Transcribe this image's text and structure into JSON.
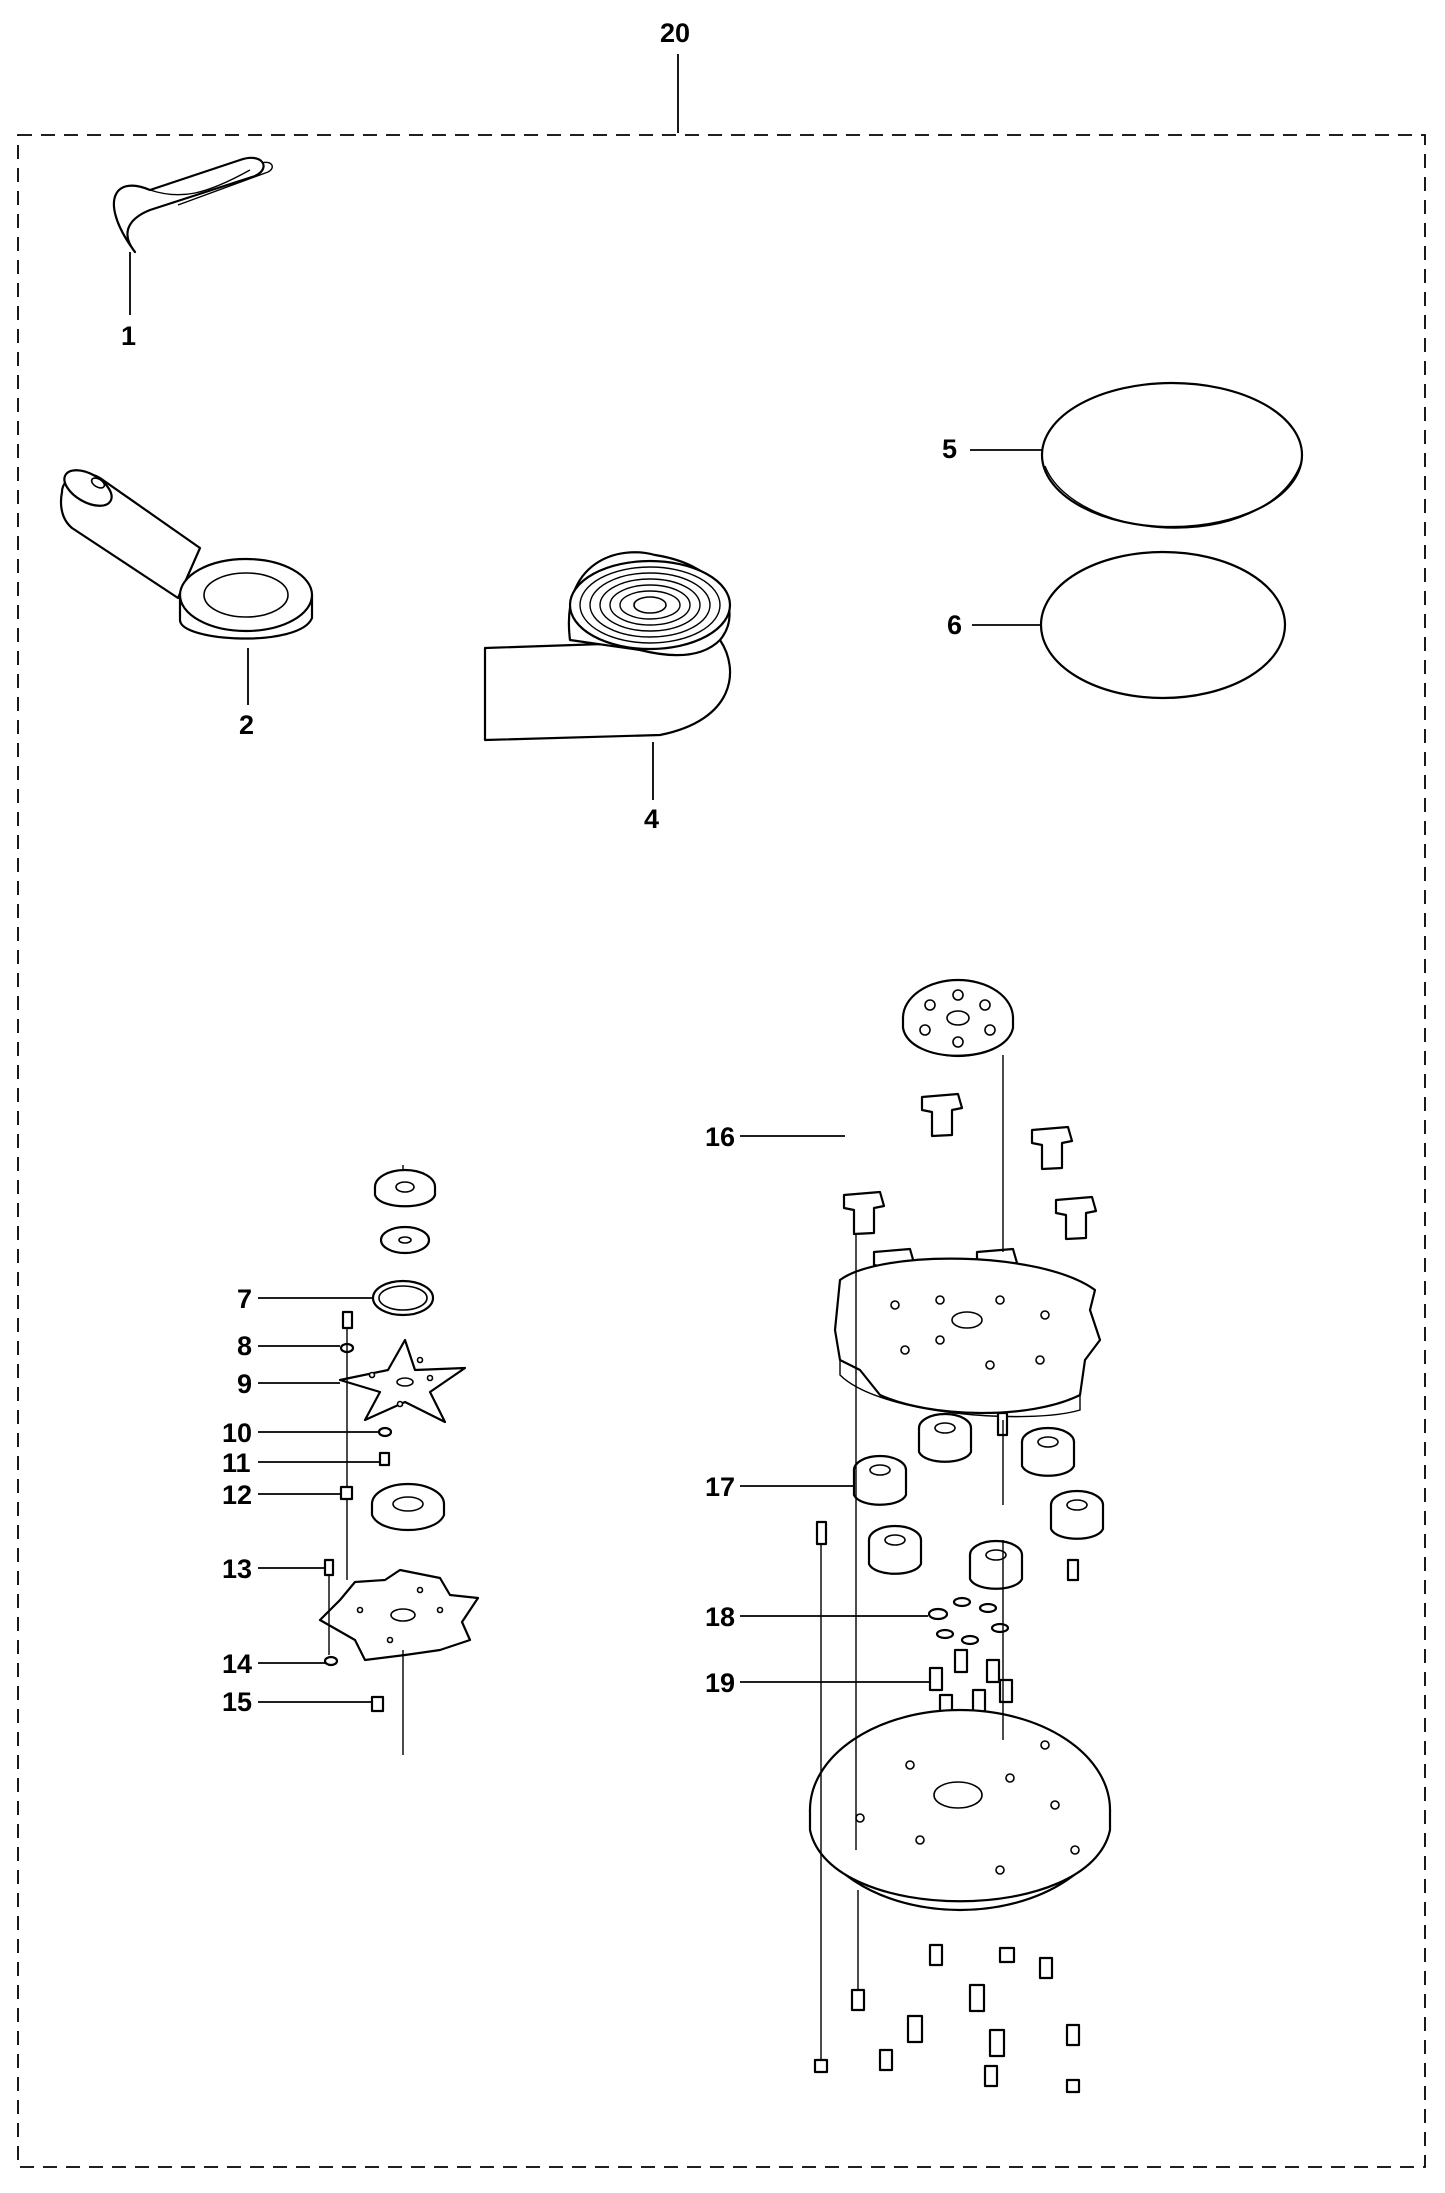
{
  "assembly": {
    "number": "20"
  },
  "callouts": [
    {
      "id": "1",
      "label": "1"
    },
    {
      "id": "2",
      "label": "2"
    },
    {
      "id": "4",
      "label": "4"
    },
    {
      "id": "5",
      "label": "5"
    },
    {
      "id": "6",
      "label": "6"
    },
    {
      "id": "7",
      "label": "7"
    },
    {
      "id": "8",
      "label": "8"
    },
    {
      "id": "9",
      "label": "9"
    },
    {
      "id": "10",
      "label": "10"
    },
    {
      "id": "11",
      "label": "11"
    },
    {
      "id": "12",
      "label": "12"
    },
    {
      "id": "13",
      "label": "13"
    },
    {
      "id": "14",
      "label": "14"
    },
    {
      "id": "15",
      "label": "15"
    },
    {
      "id": "16",
      "label": "16"
    },
    {
      "id": "17",
      "label": "17"
    },
    {
      "id": "18",
      "label": "18"
    },
    {
      "id": "19",
      "label": "19"
    }
  ],
  "colors": {
    "ink": "#000000",
    "paper": "#ffffff"
  }
}
